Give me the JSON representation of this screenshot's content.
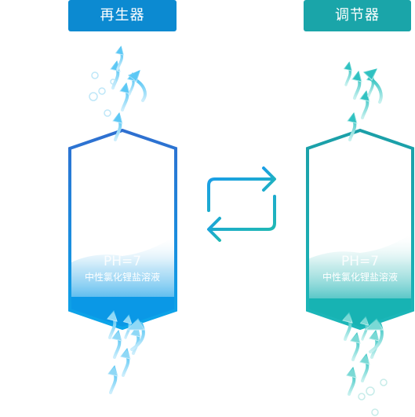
{
  "left": {
    "title": "再生器",
    "ph": "PH=7",
    "solution": "中性氯化锂盐溶液",
    "color": "#0c8ad1",
    "liquid_color": "#0a9be7"
  },
  "right": {
    "title": "调节器",
    "ph": "PH=7",
    "solution": "中性氯化锂盐溶液",
    "color": "#1aa5a9",
    "liquid_color": "#1ab5b7"
  },
  "arrow_colors": {
    "left": "#22a6e3",
    "right": "#1fb0c0"
  },
  "icons": {
    "swap": "circular-swap-arrows-icon",
    "vapor": "rising-vapor-arrows-icon",
    "bubble": "bubble-icon"
  }
}
